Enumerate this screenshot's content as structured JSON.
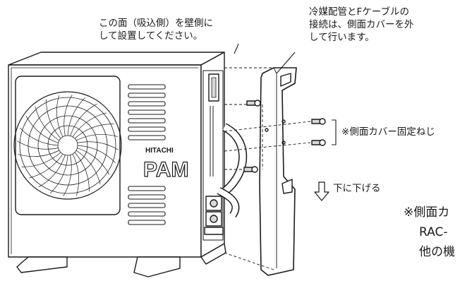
{
  "callouts": {
    "wall_side_line1": "この面（吸込側）を壁側に",
    "wall_side_line2": "して設置してください。",
    "connection_line1": "冷媒配管とFケーブルの",
    "connection_line2": "接続は、側面カバーを外",
    "connection_line3": "して行います。",
    "screw_note": "※側面カバー固定ねじ",
    "lower_note": "下に下げる"
  },
  "brand": {
    "maker": "HITACHI",
    "logo": "PAM"
  },
  "side_note": {
    "line1": "※側面カ",
    "line2": "RAC-",
    "line3": "他の機"
  },
  "colors": {
    "line": "#1a1a1a",
    "fill": "#ffffff",
    "shade": "#d8d8d8"
  },
  "icons": {
    "down_arrow": "down-arrow-icon",
    "screw": "screw-icon"
  }
}
